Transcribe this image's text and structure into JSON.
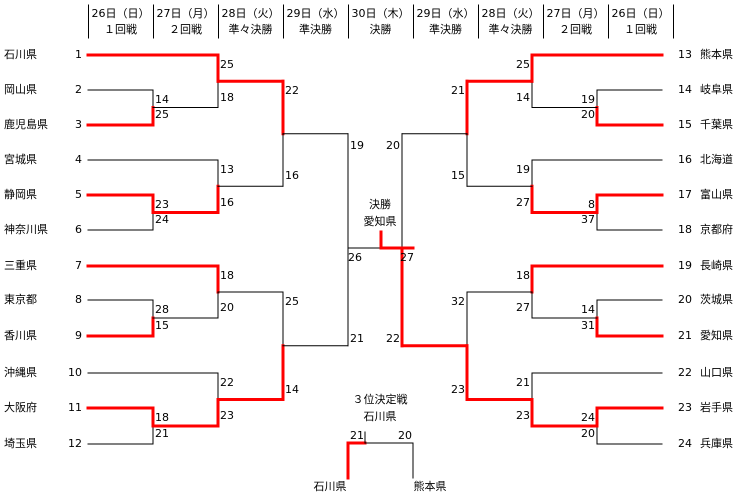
{
  "header": {
    "left": [
      {
        "date": "26日（日）",
        "round": "１回戦"
      },
      {
        "date": "27日（月）",
        "round": "２回戦"
      },
      {
        "date": "28日（火）",
        "round": "準々決勝"
      },
      {
        "date": "29日（水）",
        "round": "準決勝"
      }
    ],
    "center": {
      "date": "30日（木）",
      "round": "決勝"
    },
    "right": [
      {
        "date": "29日（水）",
        "round": "準決勝"
      },
      {
        "date": "28日（火）",
        "round": "準々決勝"
      },
      {
        "date": "27日（月）",
        "round": "２回戦"
      },
      {
        "date": "26日（日）",
        "round": "１回戦"
      }
    ]
  },
  "left_teams": [
    {
      "name": "石川県",
      "seed": "1"
    },
    {
      "name": "岡山県",
      "seed": "2"
    },
    {
      "name": "鹿児島県",
      "seed": "3"
    },
    {
      "name": "宮城県",
      "seed": "4"
    },
    {
      "name": "静岡県",
      "seed": "5"
    },
    {
      "name": "神奈川県",
      "seed": "6"
    },
    {
      "name": "三重県",
      "seed": "7"
    },
    {
      "name": "東京都",
      "seed": "8"
    },
    {
      "name": "香川県",
      "seed": "9"
    },
    {
      "name": "沖縄県",
      "seed": "10"
    },
    {
      "name": "大阪府",
      "seed": "11"
    },
    {
      "name": "埼玉県",
      "seed": "12"
    }
  ],
  "right_teams": [
    {
      "name": "熊本県",
      "seed": "13"
    },
    {
      "name": "岐阜県",
      "seed": "14"
    },
    {
      "name": "千葉県",
      "seed": "15"
    },
    {
      "name": "北海道",
      "seed": "16"
    },
    {
      "name": "富山県",
      "seed": "17"
    },
    {
      "name": "京都府",
      "seed": "18"
    },
    {
      "name": "長崎県",
      "seed": "19"
    },
    {
      "name": "茨城県",
      "seed": "20"
    },
    {
      "name": "愛知県",
      "seed": "21"
    },
    {
      "name": "山口県",
      "seed": "22"
    },
    {
      "name": "岩手県",
      "seed": "23"
    },
    {
      "name": "兵庫県",
      "seed": "24"
    }
  ],
  "scores": {
    "L_r1": [
      [
        "14",
        "25"
      ],
      [
        "23",
        "24"
      ],
      [
        "28",
        "15"
      ],
      [
        "18",
        "21"
      ]
    ],
    "L_qf": [
      [
        "25",
        "18"
      ],
      [
        "13",
        "16"
      ],
      [
        "18",
        "20"
      ],
      [
        "22",
        "23"
      ]
    ],
    "L_sf": [
      [
        "22",
        "16"
      ],
      [
        "25",
        "14"
      ]
    ],
    "L_f": [
      "19",
      "21"
    ],
    "R_r1": [
      [
        "19",
        "20"
      ],
      [
        "8",
        "37"
      ],
      [
        "14",
        "31"
      ],
      [
        "24",
        "20"
      ]
    ],
    "R_qf": [
      [
        "25",
        "14"
      ],
      [
        "19",
        "27"
      ],
      [
        "18",
        "27"
      ],
      [
        "21",
        "23"
      ]
    ],
    "R_sf": [
      [
        "21",
        "15"
      ],
      [
        "32",
        "23"
      ]
    ],
    "R_f": [
      "20",
      "22"
    ],
    "final": [
      "26",
      "27"
    ],
    "third": [
      "21",
      "20"
    ]
  },
  "final": {
    "label": "決勝",
    "winner": "愛知県"
  },
  "third_place": {
    "label": "３位決定戦",
    "winner": "石川県",
    "team_left": "石川県",
    "team_right": "熊本県"
  },
  "colors": {
    "win": "#ff0000",
    "line": "#000000"
  }
}
